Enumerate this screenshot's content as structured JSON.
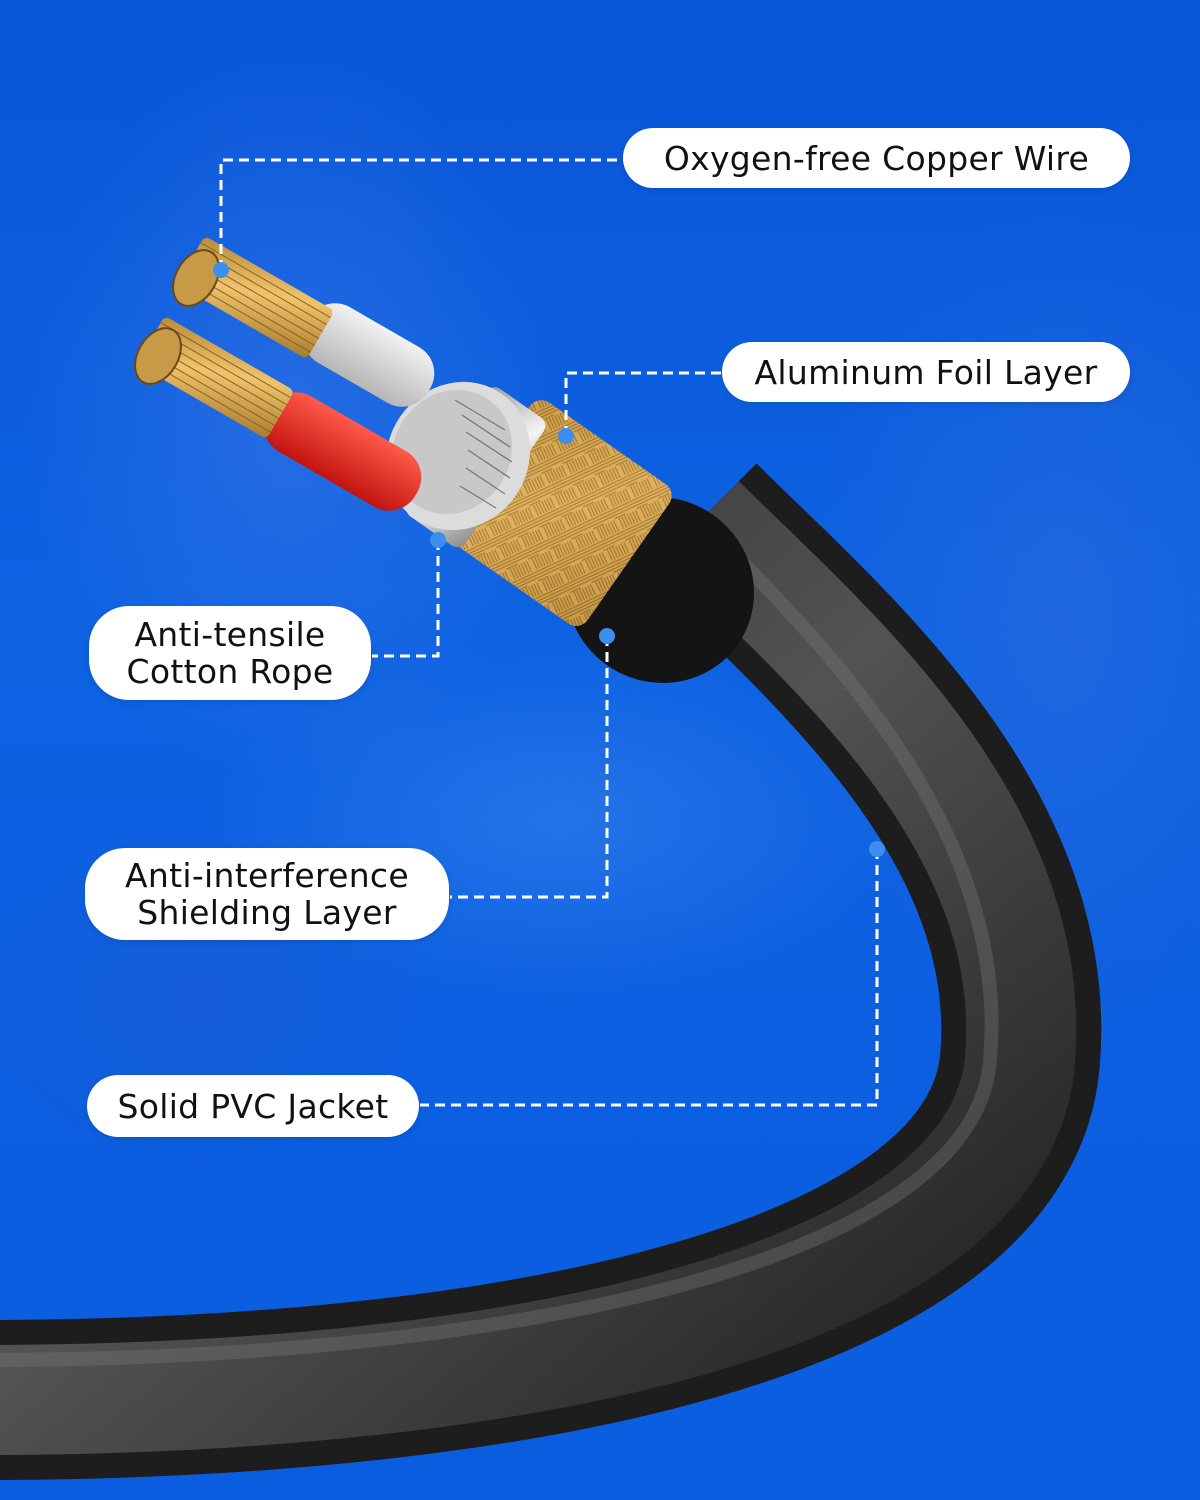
{
  "diagram": {
    "subject": "Cable cross-section",
    "accent_color": "#3c8ff0",
    "background_color": "#0b5ddf",
    "labels": [
      {
        "id": "copper",
        "lines": [
          "Oxygen-free Copper Wire"
        ]
      },
      {
        "id": "foil",
        "lines": [
          "Aluminum Foil Layer"
        ]
      },
      {
        "id": "cotton",
        "lines": [
          "Anti-tensile",
          "Cotton Rope"
        ]
      },
      {
        "id": "shield",
        "lines": [
          "Anti-interference",
          "Shielding Layer"
        ]
      },
      {
        "id": "jacket",
        "lines": [
          "Solid PVC Jacket"
        ]
      }
    ],
    "layers": [
      "copper-conductor",
      "red-insulation",
      "white-insulation",
      "cotton-filler",
      "aluminum-foil",
      "braided-shield",
      "pvc-jacket"
    ]
  }
}
